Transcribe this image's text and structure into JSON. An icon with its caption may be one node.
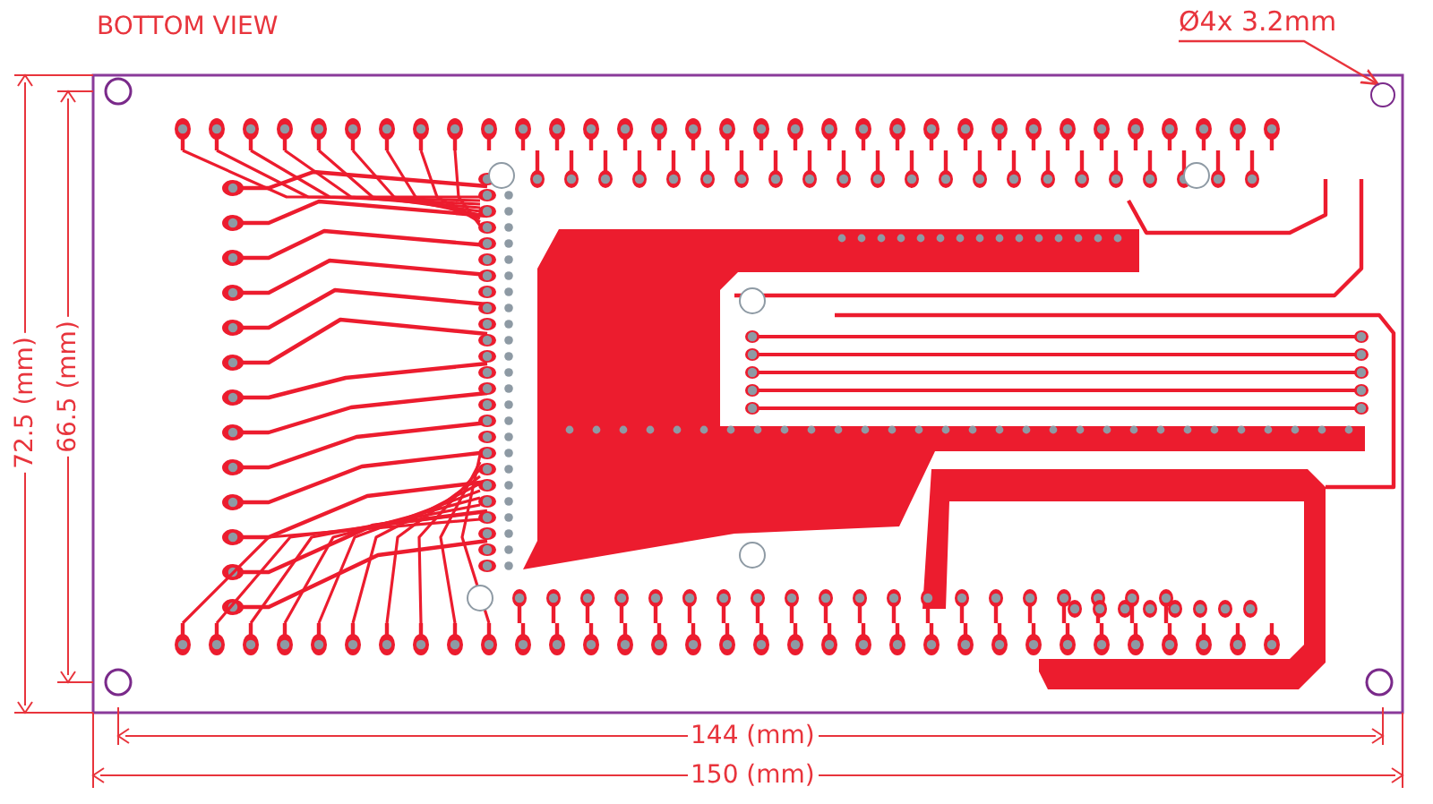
{
  "diagram": {
    "nodes": [
      {
        "text": [
          "Ø4x 3.2mm"
        ]
      },
      {
        "text": [],
        "shape": "circle"
      }
    ],
    "edges": [
      {
        "from": 0,
        "to": 1,
        "arrow": "to"
      }
    ],
    "labels": [
      "BOTTOM VIEW",
      "72.5 (mm)",
      "66.5 (mm)",
      "144 (mm)",
      "150 (mm)"
    ]
  }
}
